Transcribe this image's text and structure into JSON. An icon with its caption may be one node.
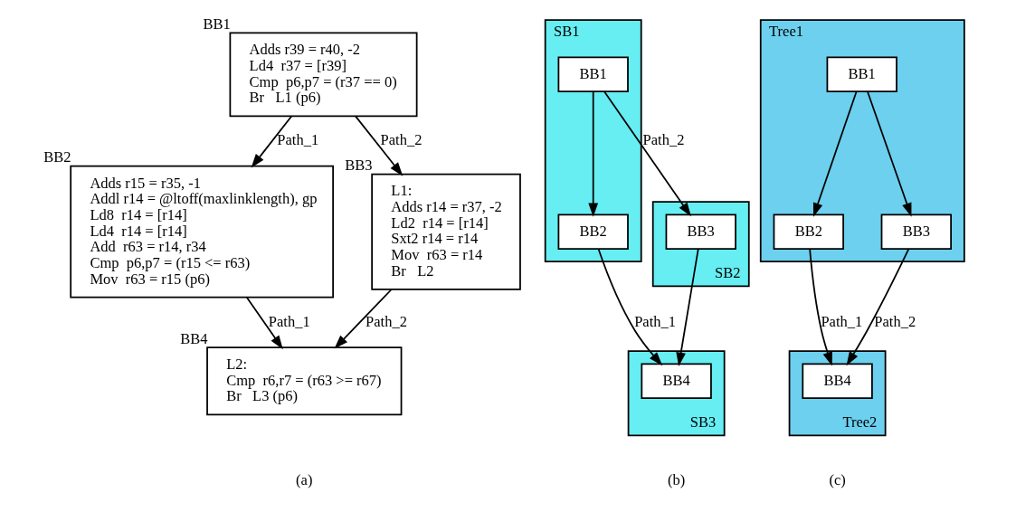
{
  "diagram": {
    "nodes": [
      {
        "text": [
          "Adds r39 = r40, -2",
          "Ld4  r37 = [r39]",
          "Cmp  p6,p7 = (r37 == 0)",
          "Br   L1 (p6)"
        ],
        "beside": [
          "BB1"
        ]
      },
      {
        "text": [
          "Adds r15 = r35, -1",
          "Addl r14 = @ltoff(maxlinklength), gp",
          "Ld8  r14 = [r14]",
          "Ld4  r14 = [r14]",
          "Add  r63 = r14, r34",
          "Cmp  p6,p7 = (r15 <= r63)",
          "Mov  r63 = r15 (p6)"
        ],
        "beside": [
          "BB2"
        ]
      },
      {
        "text": [
          "L1:",
          "Adds r14 = r37, -2",
          "Ld2  r14 = [r14]",
          "Sxt2 r14 = r14",
          "Mov  r63 = r14",
          "Br   L2"
        ],
        "beside": [
          "BB3"
        ]
      },
      {
        "text": [
          "L2:",
          "Cmp  r6,r7 = (r63 >= r67)",
          "Br   L3 (p6)"
        ],
        "beside": [
          "BB4"
        ]
      },
      {
        "text": [
          "SB1"
        ]
      },
      {
        "text": [
          "BB1"
        ],
        "in": 4
      },
      {
        "text": [
          "BB2"
        ],
        "in": 4
      },
      {
        "text": [
          "SB2"
        ]
      },
      {
        "text": [
          "BB3"
        ],
        "in": 7
      },
      {
        "text": [
          "SB3"
        ]
      },
      {
        "text": [
          "BB4"
        ],
        "in": 9
      },
      {
        "text": [
          "Tree1"
        ]
      },
      {
        "text": [
          "BB1"
        ],
        "in": 11
      },
      {
        "text": [
          "BB2"
        ],
        "in": 11
      },
      {
        "text": [
          "BB3"
        ],
        "in": 11
      },
      {
        "text": [
          "Tree2"
        ]
      },
      {
        "text": [
          "BB4"
        ],
        "in": 15
      }
    ],
    "edges": [
      {
        "from": 0,
        "to": 1,
        "arrow": "to",
        "label": "Path_1"
      },
      {
        "from": 0,
        "to": 2,
        "arrow": "to",
        "label": "Path_2"
      },
      {
        "from": 1,
        "to": 3,
        "arrow": "to",
        "label": "Path_1"
      },
      {
        "from": 2,
        "to": 3,
        "arrow": "to",
        "label": "Path_2"
      },
      {
        "from": 5,
        "to": 6,
        "arrow": "to"
      },
      {
        "from": 5,
        "to": 8,
        "arrow": "to",
        "label": "Path_2"
      },
      {
        "from": 6,
        "to": 10,
        "arrow": "to",
        "label": "Path_1"
      },
      {
        "from": 8,
        "to": 10,
        "arrow": "to"
      },
      {
        "from": 12,
        "to": 13,
        "arrow": "to"
      },
      {
        "from": 12,
        "to": 14,
        "arrow": "to"
      },
      {
        "from": 13,
        "to": 16,
        "arrow": "to",
        "label": "Path_1"
      },
      {
        "from": 14,
        "to": 16,
        "arrow": "to",
        "label": "Path_2"
      }
    ],
    "labels": [
      "(a)",
      "(b)",
      "(c)"
    ]
  }
}
